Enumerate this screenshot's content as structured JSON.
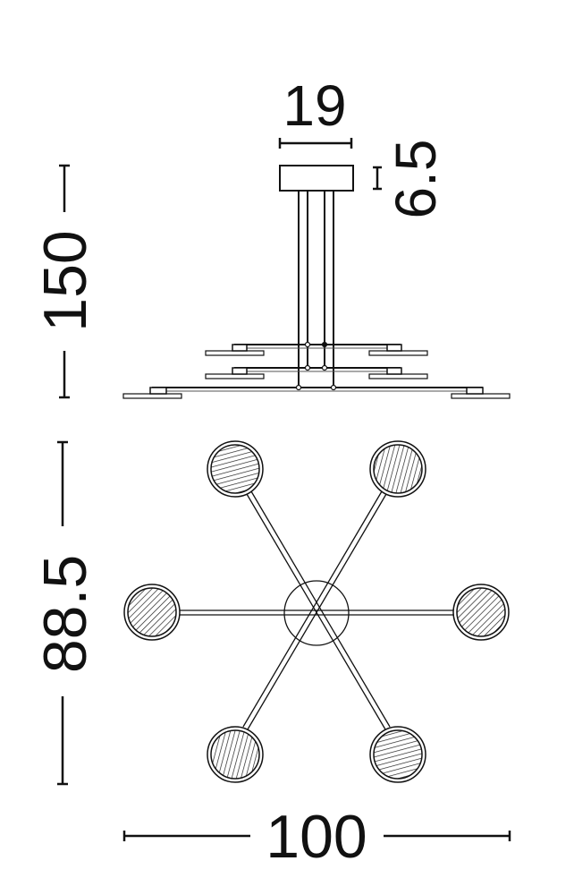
{
  "diagram": {
    "type": "technical-dimension-drawing",
    "subject": "pendant-light-6-heads",
    "units": "cm",
    "line_color": "#1a1a1a",
    "background": "#ffffff"
  },
  "dimensions": {
    "canopy_width": "19",
    "canopy_height": "6.5",
    "total_height": "150",
    "depth": "88.5",
    "width": "100"
  },
  "views": {
    "side_view": {
      "label": "side-elevation",
      "tiers": 3
    },
    "top_view": {
      "label": "top-plan",
      "heads": 6,
      "arms": 3
    }
  }
}
